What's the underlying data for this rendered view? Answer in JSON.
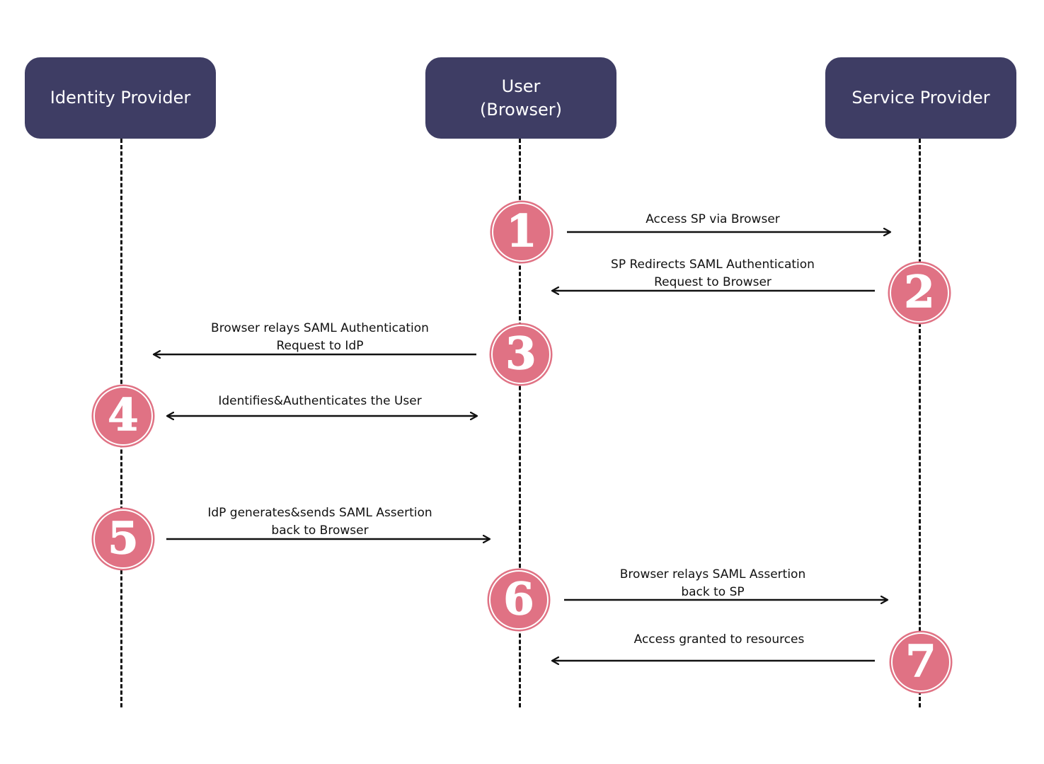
{
  "colors": {
    "actor_fill": "#3e3d64",
    "badge_fill": "#e07284",
    "line": "#111111"
  },
  "actors": {
    "idp": {
      "lines": [
        "Identity Provider"
      ]
    },
    "user": {
      "lines": [
        "User",
        "(Browser)"
      ]
    },
    "sp": {
      "lines": [
        "Service Provider"
      ]
    }
  },
  "steps": [
    {
      "number": "1",
      "direction": "right",
      "lines": [
        "Access SP via Browser"
      ]
    },
    {
      "number": "2",
      "direction": "left",
      "lines": [
        "SP Redirects SAML Authentication",
        "Request to Browser"
      ]
    },
    {
      "number": "3",
      "direction": "left",
      "lines": [
        "Browser relays SAML Authentication",
        "Request to IdP"
      ]
    },
    {
      "number": "4",
      "direction": "both",
      "lines": [
        "Identifies&Authenticates the User"
      ]
    },
    {
      "number": "5",
      "direction": "right",
      "lines": [
        "IdP generates&sends SAML Assertion",
        "back to Browser"
      ]
    },
    {
      "number": "6",
      "direction": "right",
      "lines": [
        "Browser relays SAML Assertion",
        "back to SP"
      ]
    },
    {
      "number": "7",
      "direction": "left",
      "lines": [
        "Access granted to resources"
      ]
    }
  ]
}
